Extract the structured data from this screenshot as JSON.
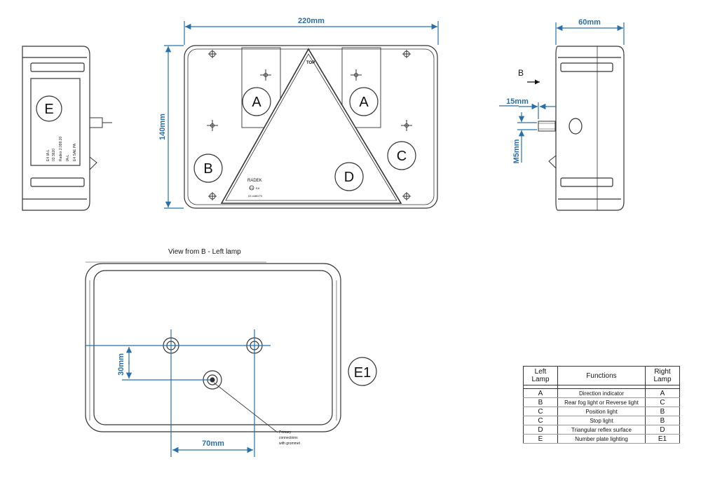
{
  "dimensions": {
    "width": "220mm",
    "height": "140mm",
    "depth": "60mm",
    "bolt_length": "15mm",
    "bolt_thread": "M5mm",
    "bolt_vertical_spacing": "30mm",
    "bolt_horizontal_spacing": "70mm"
  },
  "front": {
    "zone_labels": {
      "a_left": "A",
      "a_right": "A",
      "b": "B",
      "c": "C",
      "d": "D"
    },
    "triangle_top": "TOP",
    "brand": "RADEK",
    "approval_mark": "E4",
    "approval_code": "EA",
    "small_code": "03 4480/70"
  },
  "side_left": {
    "zone_label": "E",
    "label_lines": [
      "E4 IA-L",
      "03 3620",
      "Radex 2.099.20",
      "IA-L",
      "E4 SAE PA"
    ]
  },
  "side_right": {
    "view_arrow_label": "B"
  },
  "back_view": {
    "title": "View from B  - Left lamp",
    "zone_label": "E1",
    "grommet_note": [
      "Primary",
      "connections",
      "with grommet"
    ]
  },
  "legend": {
    "headers": {
      "left": "Left\nLamp",
      "functions": "Functions",
      "right": "Right\nLamp"
    },
    "rows": [
      {
        "left": "A",
        "function": "Direction  indicator",
        "right": "A"
      },
      {
        "left": "B",
        "function": "Rear fog light or Reverse light",
        "right": "C"
      },
      {
        "left": "C",
        "function": "Position light",
        "right": "B"
      },
      {
        "left": "C",
        "function": "Stop light",
        "right": "B"
      },
      {
        "left": "D",
        "function": "Triangular reflex surface",
        "right": "D"
      },
      {
        "left": "E",
        "function": "Number plate lighting",
        "right": "E1"
      }
    ]
  }
}
